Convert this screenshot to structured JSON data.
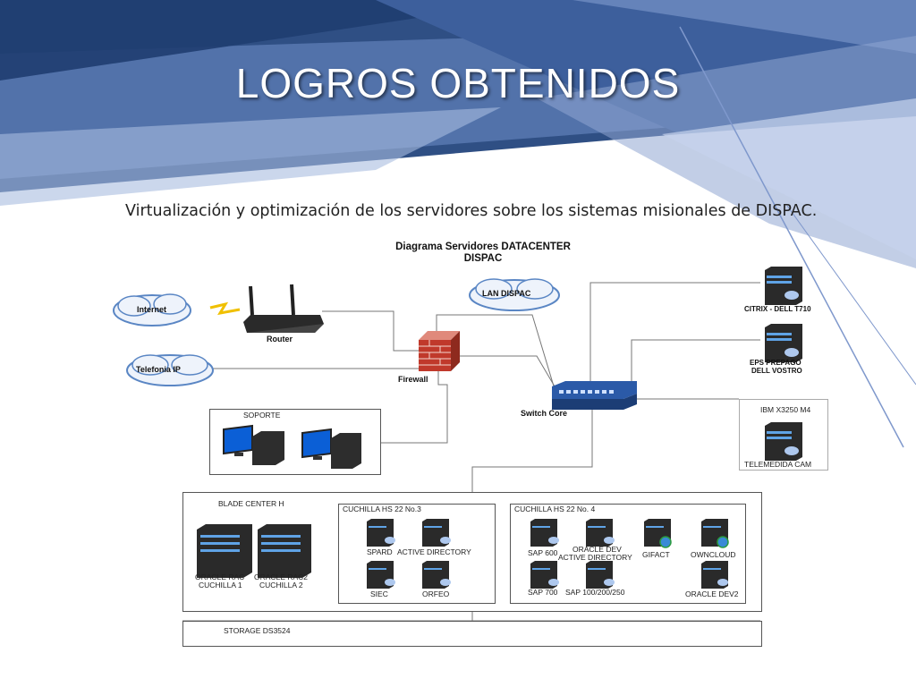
{
  "slide": {
    "title": "LOGROS OBTENIDOS",
    "subtitle": "Virtualización y optimización de los servidores sobre los sistemas misionales de DISPAC."
  },
  "diagram": {
    "title_line1": "Diagrama Servidores DATACENTER",
    "title_line2": "DISPAC",
    "clouds": {
      "internet": "Internet",
      "telefonia": "Telefonia IP",
      "lan": "LAN DISPAC"
    },
    "devices": {
      "router": "Router",
      "firewall": "Firewall",
      "switch": "Switch Core"
    },
    "soporte": "SOPORTE",
    "servers_right": {
      "citrix": "CITRIX - DELL T710",
      "eps_line1": "EPS PREPAGO",
      "eps_line2": "DELL VOSTRO",
      "ibm": "IBM X3250 M4",
      "telemedida": "TELEMEDIDA CAM"
    },
    "blade": {
      "title": "BLADE CENTER H",
      "rac1_line1": "ORACLE RAC",
      "rac1_line2": "CUCHILLA 1",
      "rac2_line1": "ORACLE RAC2",
      "rac2_line2": "CUCHILLA 2"
    },
    "cuchilla3": {
      "title": "CUCHILLA HS 22 No.3",
      "items": [
        "SPARD",
        "ACTIVE DIRECTORY",
        "SIEC",
        "ORFEO"
      ]
    },
    "cuchilla4": {
      "title": "CUCHILLA HS 22 No. 4",
      "sap600": "SAP 600",
      "oracle_dev_line1": "ORACLE DEV",
      "oracle_dev_line2": "ACTIVE DIRECTORY",
      "gifact": "GIFACT",
      "owncloud": "OWNCLOUD",
      "sap700": "SAP 700",
      "sap100": "SAP 100/200/250",
      "oracle_dev2": "ORACLE DEV2"
    },
    "storage": "STORAGE DS3524"
  },
  "colors": {
    "background_dark": "#2f4f84",
    "background_mid": "#4a6aa6",
    "background_light": "#9fb4d8",
    "text_dark": "#222222",
    "firewall_red": "#c0392b",
    "switch_blue": "#2b5aa8",
    "cloud_blue": "#5a86c4"
  }
}
